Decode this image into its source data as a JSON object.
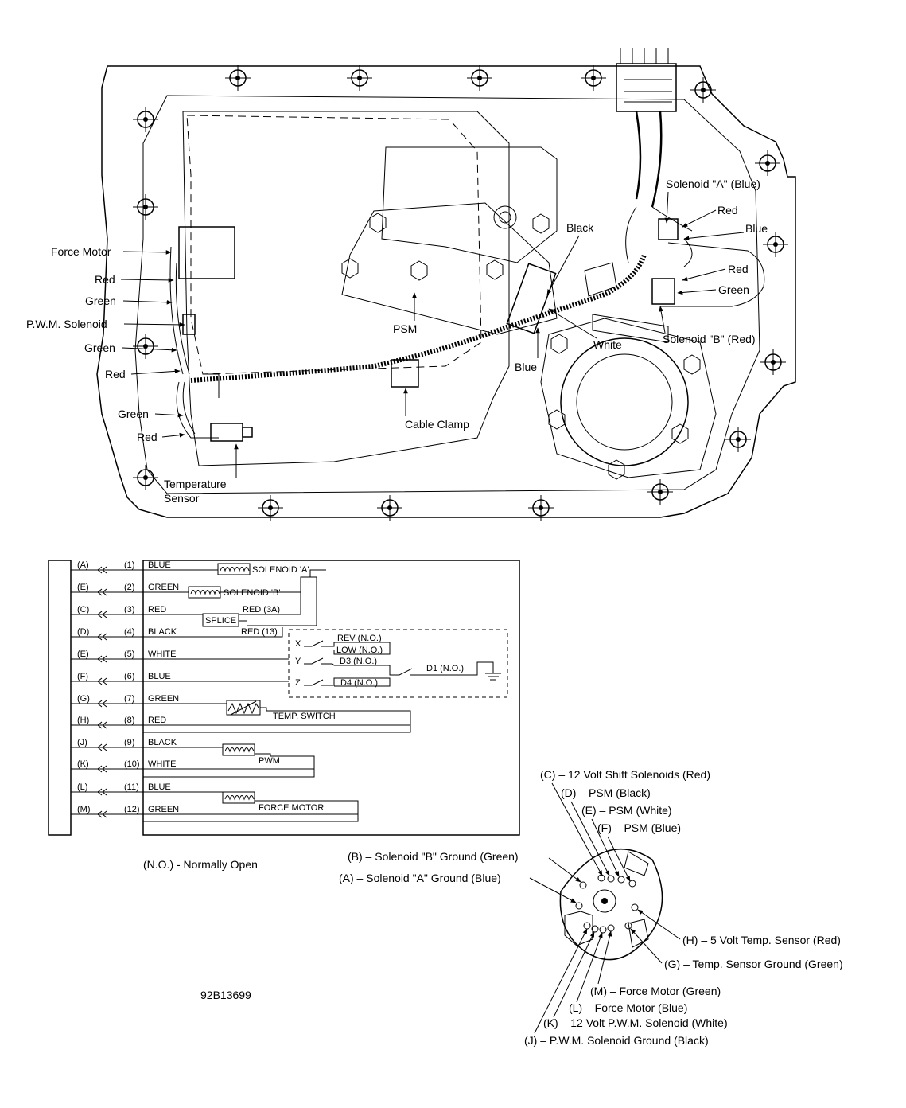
{
  "figure_id": "92B13699",
  "note": "(N.O.) - Normally Open",
  "pan_callouts": {
    "force_motor": "Force Motor",
    "red_1": "Red",
    "green_1": "Green",
    "pwm_solenoid": "P.W.M. Solenoid",
    "green_2": "Green",
    "red_2": "Red",
    "green_3": "Green",
    "red_3": "Red",
    "temperature_sensor_1": "Temperature",
    "temperature_sensor_2": "Sensor",
    "psm": "PSM",
    "cable_clamp": "Cable Clamp",
    "black": "Black",
    "white": "White",
    "blue": "Blue",
    "solenoid_a": "Solenoid \"A\" (Blue)",
    "red_a": "Red",
    "blue_a": "Blue",
    "red_b": "Red",
    "green_b": "Green",
    "solenoid_b": "Solenoid \"B\" (Red)"
  },
  "schematic": {
    "rows": [
      {
        "letter": "(A)",
        "pin": "(1)",
        "color": "BLUE"
      },
      {
        "letter": "(E)",
        "pin": "(2)",
        "color": "GREEN"
      },
      {
        "letter": "(C)",
        "pin": "(3)",
        "color": "RED"
      },
      {
        "letter": "(D)",
        "pin": "(4)",
        "color": "BLACK"
      },
      {
        "letter": "(E)",
        "pin": "(5)",
        "color": "WHITE"
      },
      {
        "letter": "(F)",
        "pin": "(6)",
        "color": "BLUE"
      },
      {
        "letter": "(G)",
        "pin": "(7)",
        "color": "GREEN"
      },
      {
        "letter": "(H)",
        "pin": "(8)",
        "color": "RED"
      },
      {
        "letter": "(J)",
        "pin": "(9)",
        "color": "BLACK"
      },
      {
        "letter": "(K)",
        "pin": "(10)",
        "color": "WHITE"
      },
      {
        "letter": "(L)",
        "pin": "(11)",
        "color": "BLUE"
      },
      {
        "letter": "(M)",
        "pin": "(12)",
        "color": "GREEN"
      }
    ],
    "labels": {
      "solenoid_a": "SOLENOID 'A'",
      "solenoid_b": "SOLENOID 'B'",
      "red_3a": "RED (3A)",
      "splice": "SPLICE",
      "red_13": "RED (13)",
      "rev": "REV (N.O.)",
      "low": "LOW (N.O.)",
      "d3": "D3 (N.O.)",
      "d4": "D4 (N.O.)",
      "d1": "D1 (N.O.)",
      "x": "X",
      "y": "Y",
      "z": "Z",
      "temp_switch": "TEMP. SWITCH",
      "pwm": "PWM",
      "force_motor": "FORCE MOTOR"
    }
  },
  "connector_pins": {
    "c": "(C) – 12 Volt Shift Solenoids (Red)",
    "d": "(D) – PSM (Black)",
    "e": "(E) – PSM (White)",
    "f": "(F) – PSM (Blue)",
    "b": "(B) – Solenoid \"B\" Ground (Green)",
    "a": "(A) – Solenoid \"A\" Ground (Blue)",
    "h": "(H) – 5 Volt Temp. Sensor (Red)",
    "g": "(G) – Temp. Sensor Ground (Green)",
    "m": "(M) – Force Motor (Green)",
    "l": "(L) – Force Motor (Blue)",
    "k": "(K) – 12 Volt P.W.M. Solenoid (White)",
    "j": "(J) – P.W.M. Solenoid Ground (Black)"
  }
}
